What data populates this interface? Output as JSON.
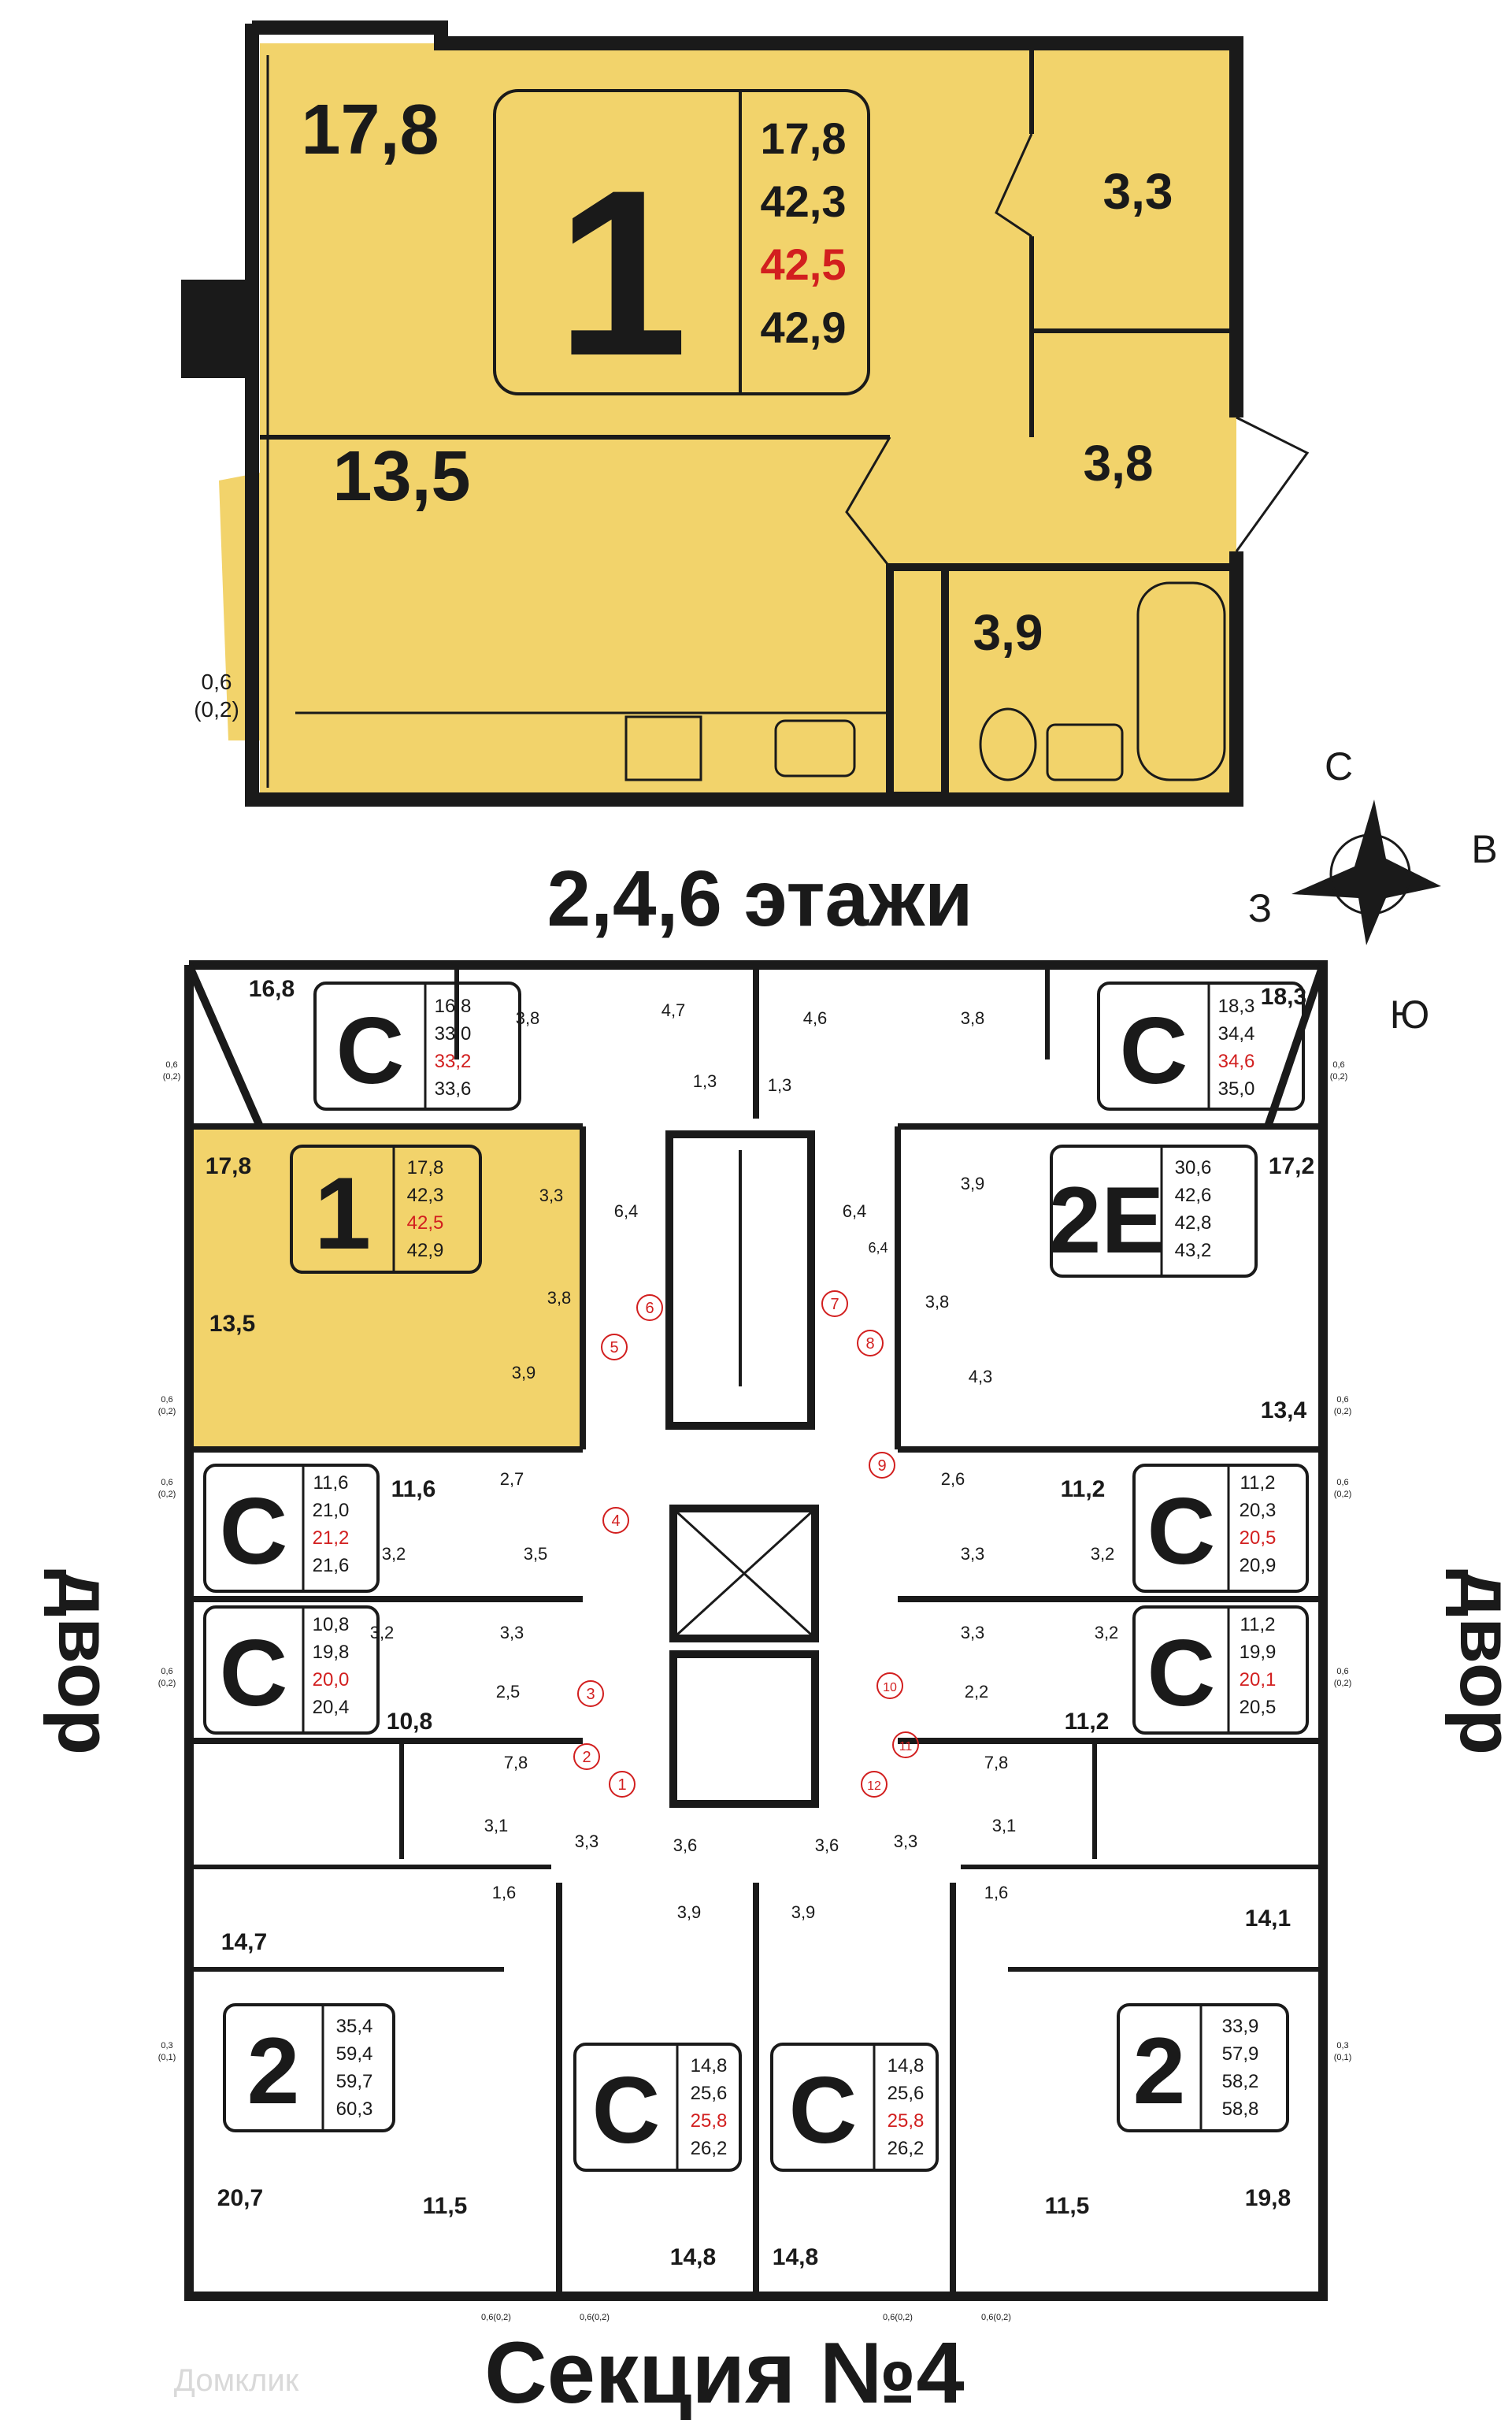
{
  "colors": {
    "highlight": "#f2d36b",
    "wall": "#1a1a1a",
    "accent_red": "#d21f1f",
    "background": "#ffffff",
    "watermark": "#d9d9d9"
  },
  "top_plan": {
    "apartment_type": "1",
    "rooms": {
      "living": "17,8",
      "bedroom_kitchen": "13,5",
      "closet": "3,3",
      "hall": "3,8",
      "bath": "3,9",
      "balcony": "0,6",
      "balcony_reduced": "(0,2)"
    },
    "areas": [
      "17,8",
      "42,3",
      "42,5",
      "42,9"
    ]
  },
  "floors_title": "2,4,6 этажи",
  "compass": {
    "north": "С",
    "east": "В",
    "west": "З",
    "south": "Ю"
  },
  "side_labels": {
    "left": "двор",
    "right": "двор"
  },
  "section_title": "Секция №4",
  "watermark": "Домклик",
  "units": [
    {
      "id": "nw",
      "type": "С",
      "room": "16,8",
      "areas": [
        "16,8",
        "33,0",
        "33,2",
        "33,6"
      ],
      "hall": "3,8",
      "bath": "4,7"
    },
    {
      "id": "ne",
      "type": "С",
      "room": "18,3",
      "areas": [
        "18,3",
        "34,4",
        "34,6",
        "35,0"
      ],
      "hall": "3,8",
      "bath": "4,6"
    },
    {
      "id": "w1",
      "type": "1",
      "room": "17,8",
      "room2": "13,5",
      "areas": [
        "17,8",
        "42,3",
        "42,5",
        "42,9"
      ],
      "closet": "3,3",
      "hall": "3,8",
      "bath": "3,9"
    },
    {
      "id": "e1",
      "type": "2Е",
      "room": "17,2",
      "room2": "13,4",
      "areas": [
        "30,6",
        "42,6",
        "42,8",
        "43,2"
      ],
      "kitchen": "3,9",
      "hall": "3,8",
      "bath": "4,3"
    },
    {
      "id": "w2",
      "type": "С",
      "room": "11,6",
      "areas": [
        "11,6",
        "21,0",
        "21,2",
        "21,6"
      ],
      "hall": "2,7",
      "bath": "3,5",
      "wc": "3,2"
    },
    {
      "id": "e2",
      "type": "С",
      "room": "11,2",
      "areas": [
        "11,2",
        "20,3",
        "20,5",
        "20,9"
      ],
      "hall": "2,6",
      "bath": "3,3",
      "wc": "3,2"
    },
    {
      "id": "w3",
      "type": "С",
      "room": "10,8",
      "areas": [
        "10,8",
        "19,8",
        "20,0",
        "20,4"
      ],
      "hall": "2,5",
      "bath": "3,3",
      "wc": "3,2"
    },
    {
      "id": "e3",
      "type": "С",
      "room": "11,2",
      "areas": [
        "11,2",
        "19,9",
        "20,1",
        "20,5"
      ],
      "hall": "2,2",
      "bath": "3,3",
      "wc": "3,2"
    },
    {
      "id": "sw",
      "type": "2",
      "room": "14,7",
      "room2": "20,7",
      "room3": "11,5",
      "areas": [
        "35,4",
        "59,4",
        "59,7",
        "60,3"
      ],
      "hall": "7,8",
      "bath": "3,1",
      "wc": "1,6",
      "hall2": "3,3"
    },
    {
      "id": "se",
      "type": "2",
      "room": "14,1",
      "room2": "19,8",
      "room3": "11,5",
      "areas": [
        "33,9",
        "57,9",
        "58,2",
        "58,8"
      ],
      "hall": "7,8",
      "bath": "3,1",
      "wc": "1,6",
      "hall2": "3,3"
    },
    {
      "id": "sc1",
      "type": "С",
      "room": "14,8",
      "areas": [
        "14,8",
        "25,6",
        "25,8",
        "26,2"
      ],
      "bath": "3,6",
      "hall": "3,9"
    },
    {
      "id": "sc2",
      "type": "С",
      "room": "14,8",
      "areas": [
        "14,8",
        "25,6",
        "25,8",
        "26,2"
      ],
      "bath": "3,6",
      "hall": "3,9"
    }
  ],
  "corridor": {
    "left": "6,4",
    "right": "6,4",
    "right_small": "6,4",
    "vest_left": "1,3",
    "vest_right": "1,3"
  },
  "balconies": {
    "side": "0,6",
    "side_reduced": "(0,2)",
    "small_side": "0,3",
    "small_side_reduced": "(0,1)",
    "bottom": "0,6(0,2)"
  },
  "door_markers": [
    "1",
    "2",
    "3",
    "4",
    "5",
    "6",
    "7",
    "8",
    "9",
    "10",
    "11",
    "12"
  ]
}
